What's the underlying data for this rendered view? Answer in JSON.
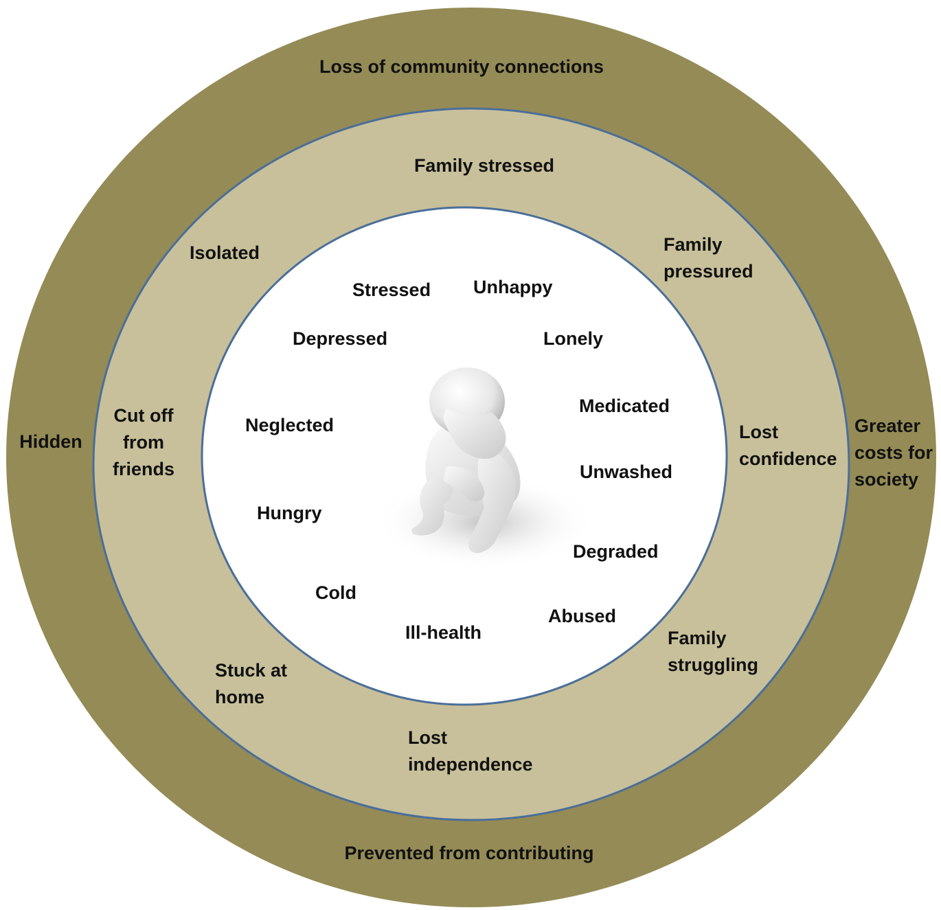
{
  "colors": {
    "outer_ring": "#948b56",
    "middle_ring": "#c8c09a",
    "inner_circle": "#ffffff",
    "ring_border": "#4a6e9a",
    "text": "#111111"
  },
  "figure_icon": "sad-person-icon",
  "outer_ring": {
    "top": "Loss of community connections",
    "left": "Hidden",
    "right": [
      "Greater",
      "costs for",
      "society"
    ],
    "bottom": "Prevented from contributing"
  },
  "middle_ring": {
    "top": "Family stressed",
    "top_left": "Isolated",
    "top_right": [
      "Family",
      "pressured"
    ],
    "left": [
      "Cut off",
      "from",
      "friends"
    ],
    "right": [
      "Lost",
      "confidence"
    ],
    "bottom_left": [
      "Stuck at",
      "home"
    ],
    "bottom_right": [
      "Family",
      "struggling"
    ],
    "bottom": [
      "Lost",
      "independence"
    ]
  },
  "inner_circle": {
    "stressed": "Stressed",
    "unhappy": "Unhappy",
    "depressed": "Depressed",
    "lonely": "Lonely",
    "medicated": "Medicated",
    "neglected": "Neglected",
    "unwashed": "Unwashed",
    "hungry": "Hungry",
    "degraded": "Degraded",
    "cold": "Cold",
    "abused": "Abused",
    "ill_health": "Ill-health"
  }
}
